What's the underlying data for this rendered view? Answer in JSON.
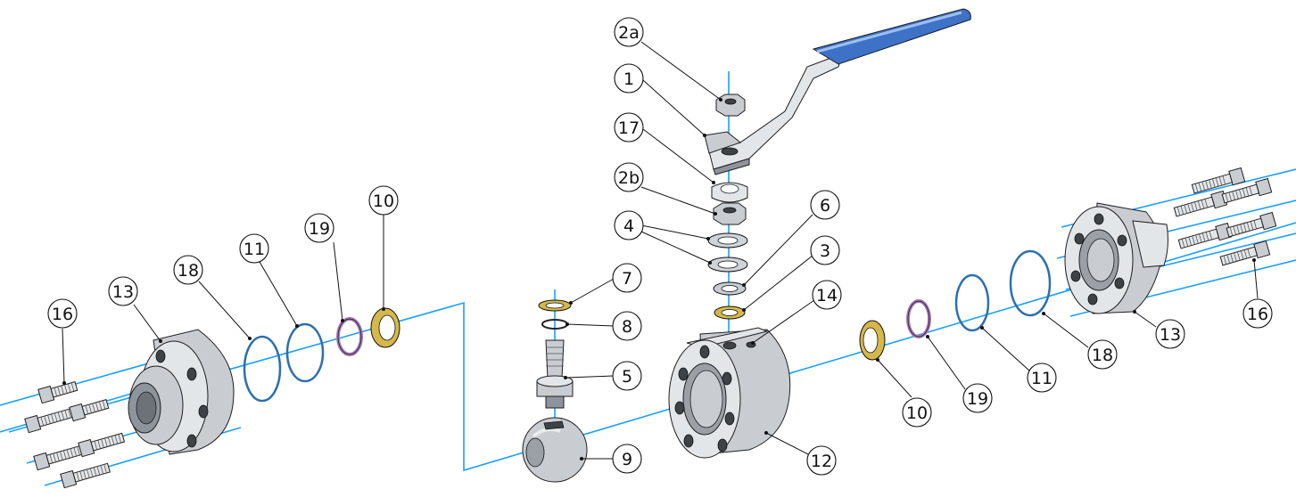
{
  "parts": {
    "p2a": "2a",
    "p1": "1",
    "p17": "17",
    "p2b": "2b",
    "p4": "4",
    "p6": "6",
    "p3": "3",
    "p14": "14",
    "p7": "7",
    "p8": "8",
    "p5": "5",
    "p9": "9",
    "p12": "12",
    "p16_left": "16",
    "p13_left": "13",
    "p18_left": "18",
    "p11_left": "11",
    "p19_left": "19",
    "p10_left": "10",
    "p10_right": "10",
    "p19_right": "19",
    "p11_right": "11",
    "p18_right": "18",
    "p13_right": "13",
    "p16_right": "16"
  },
  "colors": {
    "axis_line": "#1aa0ff",
    "handle_grip": "#3d72c7",
    "seal_blue": "#2d6fb0",
    "seal_black": "#222222",
    "ring_purple": "#a47ab8",
    "ring_gold": "#d6b84a",
    "ring_bronze": "#c8a04a",
    "steel": "#c9cdd2"
  }
}
